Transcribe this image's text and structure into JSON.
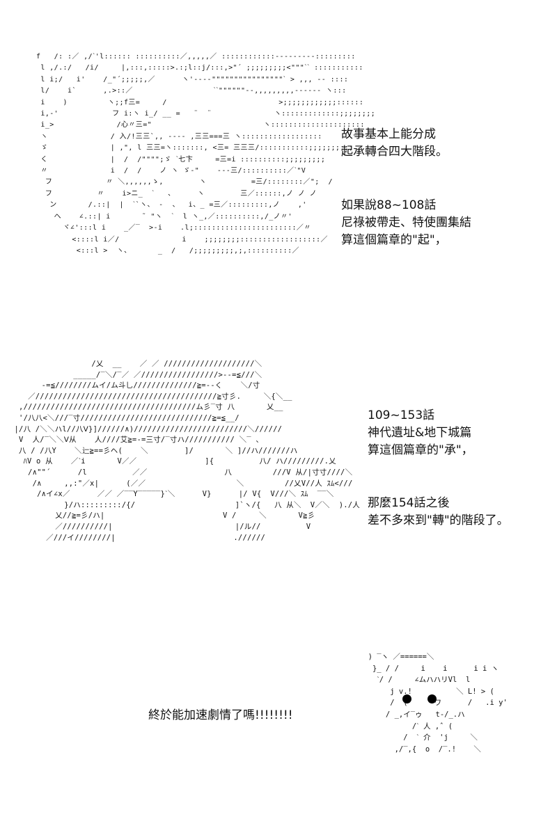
{
  "ascii_art": {
    "top": "f   /: :／ ,/ˋ'l:::::: ::::::::::／,,,,,／ ::::::::::::---------:::::::::\n l ,/.:/   /i/     |,:::,:::::>.:;l::j/:::,>\"´ ;;;;;;;;;<\"\"\"ˋˋ :::::::::::\n l i;/   i'    /_\"´;;;;;,／      ヽ'----\"\"\"\"\"\"\"\"\"\"\"\"\"\"\"\"ˋ > ,,, -- ::::\n l/    i`      ,.>::／                  ˋˋ\"\"\"\"\"\"--,,,,,,,,,------ ヽ:::\n i    )         ヽ;;f三=     /                         >;;;;;;;;;;;;::::::\n i,-'            フ i:ヽ i_/ __ =   ¨  ¨              ヽ:::::::::::::;;;;;;;;\n i_>              /心〃三=\"                         ヽ:::::::::::::::::::::\n ヽ              / 入/!三三`,, ---- ,三三===三 ヽ::::::::::::::::::\n ゞ              | ,\", l 三三=ヽ:::::::, <三= 三三三/:::::::::::;;;;;;;;;;\n く              |  /  /\"\"\"\";ゞ ˋ七卞     =三=i ::::::::::;;;;;;;;;\n 〃              i  /  /    ノ ヽ ゞ-\"    ---三/::::::::::／ˋ\"V\n  フ            〃 ＼,,,,,,ゝ,        ヽ          =三/::::::::／\";  /\n  フ          〃    i>ニ_  ˋ   、     ヽ        三／::::::,ノ ノ ノ\n   ン       /.::|  |  ˋ`ヽ、 -  、  i、_ =三／:::::::::,ノ    ,'\n    へ    ∠.::| i       ˜ \"ヽ  ˋ  l ヽ_,／::::::::::,/_ノ〃'\n      ヾ∠':::l i    _／‾  >-i    .l;:::::::::::::::::::::::／〃\n        <::::l i／/              i    ;;;;;;;;::::::::::::::::::／\n         <:::l >  ヽ、      _  /   /;;;;;;;;;,;,::::::::::／",
    "middle": "                  /乂  __    ／ ／ ////////////////////＼\n              _____/‾＼/‾／ ／/////////////////>--=≦///＼\n       -=≦////////ムイ/ム斗乚//////////////≧=--く    ＼/寸\n    ／////////////////////////////////////////≧寸彡.     ＼{＼__\n  ,//////////////////////////////////////ム彡‾寸 八       乂__\n  '/八八<＼///‾寸/////////////////////////////≧=≦__/\n |/八 /＼＼ハl//八Ⅴ}]//////∧)/////////////////////////＼//////\n  V  人/‾＼＼Ⅴ从    人////艾≧=-=三寸/‾寸ハ/////////// ＼‾ 、\n  八 / /八Y    ＼辷≧==彡ヘ(    ＼        ]/       ＼ ]//ハ///////ハ\n   ﾊV o 从    ／ˋi       V／／               ]{          八/ ハ/////////.乂\n    /∧\"\"´      /l          ／／                 八         ///V 从/|寸寸////＼\n     /∧     ,,:\"／x|      (／／                    ＼         //乂V//人 ｽﾑ<///\n      /∧イ∠x／      ／／ ／‾‾Y‾‾‾‾‾}ˋ＼      V}      |/ V{  V///＼ ｽﾑ  ‾‾＼\n            }/ハ:::::::::/{/                      ]`ヽ/{   八 从＼  V／＼  )./人\n          乂//≧=彡/ハ|                          V /     ＼       V≧彡\n          ／//////////|                           |/ル//          V\n        ／///イ////////|                          .//////",
    "bottom": "  ) ‾ヽ ／======＼\n   }_ / /     i    i      i i ヽ\n    ˋ/ /     ∠ムハハリVl  l\n       j v.!          ＼ L! > (\n       /  (      ワ      /   .i y'\n      / _,イ‾ゥ   t-/_.ハ\n            /ˋ 人 ,ˆ (\n          /  ˋ 介  'j     ＼\n        ,/‾,{  o  /‾.!    ＼"
  },
  "captions": {
    "cap1": [
      "故事基本上能分成",
      "起承轉合四大階段。"
    ],
    "cap2": [
      "如果說88~108話",
      "尼祿被帶走、特使團集結",
      "算這個篇章的\"起\"，"
    ],
    "cap3": [
      "109~153話",
      "神代遺址&地下城篇",
      "算這個篇章的\"承\"，"
    ],
    "cap4": [
      "那麼154話之後",
      "差不多來到\"轉\"的階段了。"
    ],
    "cap5": [
      "終於能加速劇情了嗎!!!!!!!!"
    ]
  }
}
